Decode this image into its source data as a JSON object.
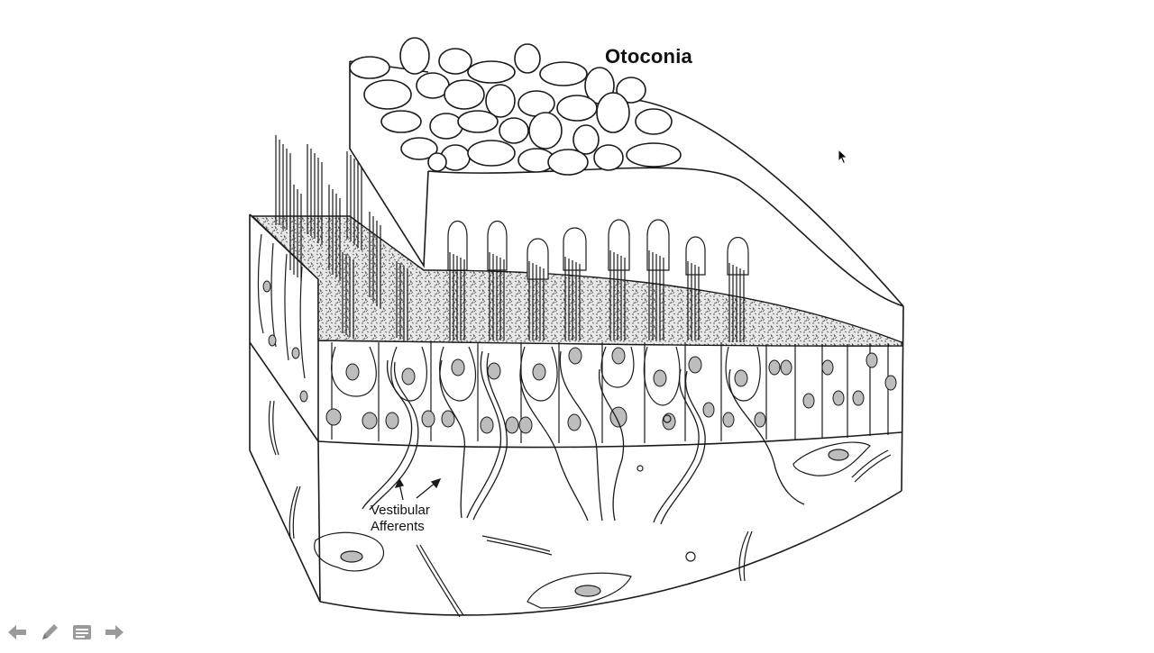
{
  "labels": {
    "otoconia": "Otoconia",
    "afferents_line1": "Vestibular",
    "afferents_line2": "Afferents"
  },
  "toolbar": {
    "items": [
      {
        "name": "previous-slide-button",
        "icon": "arrow-left-icon"
      },
      {
        "name": "pen-tool-button",
        "icon": "pencil-icon"
      },
      {
        "name": "slide-menu-button",
        "icon": "menu-icon"
      },
      {
        "name": "next-slide-button",
        "icon": "arrow-right-icon"
      }
    ],
    "icon_color": "#9a9a9a"
  },
  "colors": {
    "line": "#1a1a1a",
    "background": "#ffffff",
    "membrane_fill": "#d9d9d9"
  }
}
